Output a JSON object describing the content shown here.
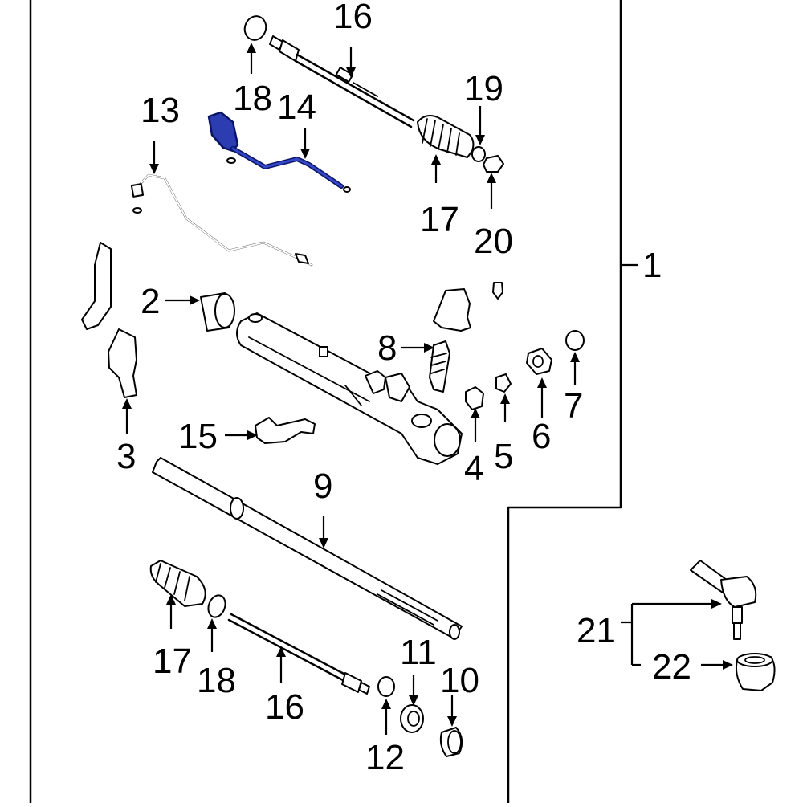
{
  "highlight_color": "#2b3db0",
  "callouts": {
    "c1": "1",
    "c2": "2",
    "c3": "3",
    "c4": "4",
    "c5": "5",
    "c6": "6",
    "c7": "7",
    "c8": "8",
    "c9": "9",
    "c10": "10",
    "c11": "11",
    "c12": "12",
    "c13": "13",
    "c14": "14",
    "c15": "15",
    "c16_top": "16",
    "c16_bottom": "16",
    "c17_top": "17",
    "c17_bottom": "17",
    "c18_top": "18",
    "c18_bottom": "18",
    "c19": "19",
    "c20": "20",
    "c21": "21",
    "c22": "22"
  }
}
